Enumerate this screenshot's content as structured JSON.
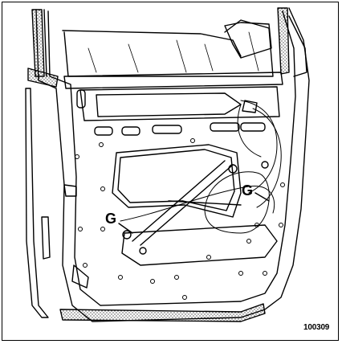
{
  "figure": {
    "callouts": [
      {
        "id": "g-left",
        "text": "G"
      },
      {
        "id": "g-right",
        "text": "G"
      }
    ],
    "reference_code": "100309",
    "line_color": "#000000",
    "background": "#ffffff"
  }
}
